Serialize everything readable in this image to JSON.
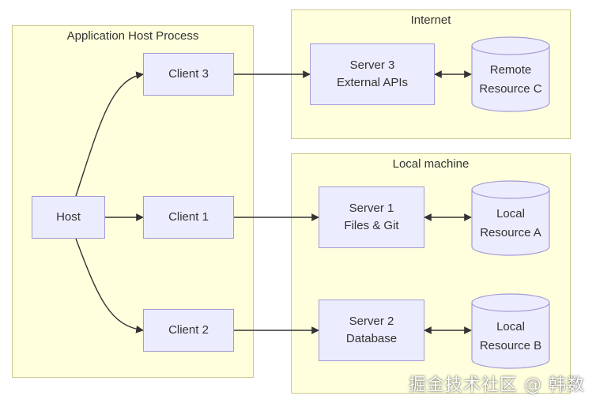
{
  "groups": {
    "app_host": "Application Host Process",
    "internet": "Internet",
    "local": "Local machine"
  },
  "nodes": {
    "host": "Host",
    "client1": "Client 1",
    "client2": "Client 2",
    "client3": "Client 3",
    "server1": [
      "Server 1",
      "Files & Git"
    ],
    "server2": [
      "Server 2",
      "Database"
    ],
    "server3": [
      "Server 3",
      "External APIs"
    ]
  },
  "resources": {
    "a": [
      "Local",
      "Resource A"
    ],
    "b": [
      "Local",
      "Resource B"
    ],
    "c": [
      "Remote",
      "Resource C"
    ]
  },
  "watermark": "掘金技术社区 @ 韩数",
  "colors": {
    "group_fill": "#ffffde",
    "group_border": "#c9c98f",
    "node_fill": "#ececff",
    "node_border": "#a39bd6",
    "edge": "#333333"
  }
}
